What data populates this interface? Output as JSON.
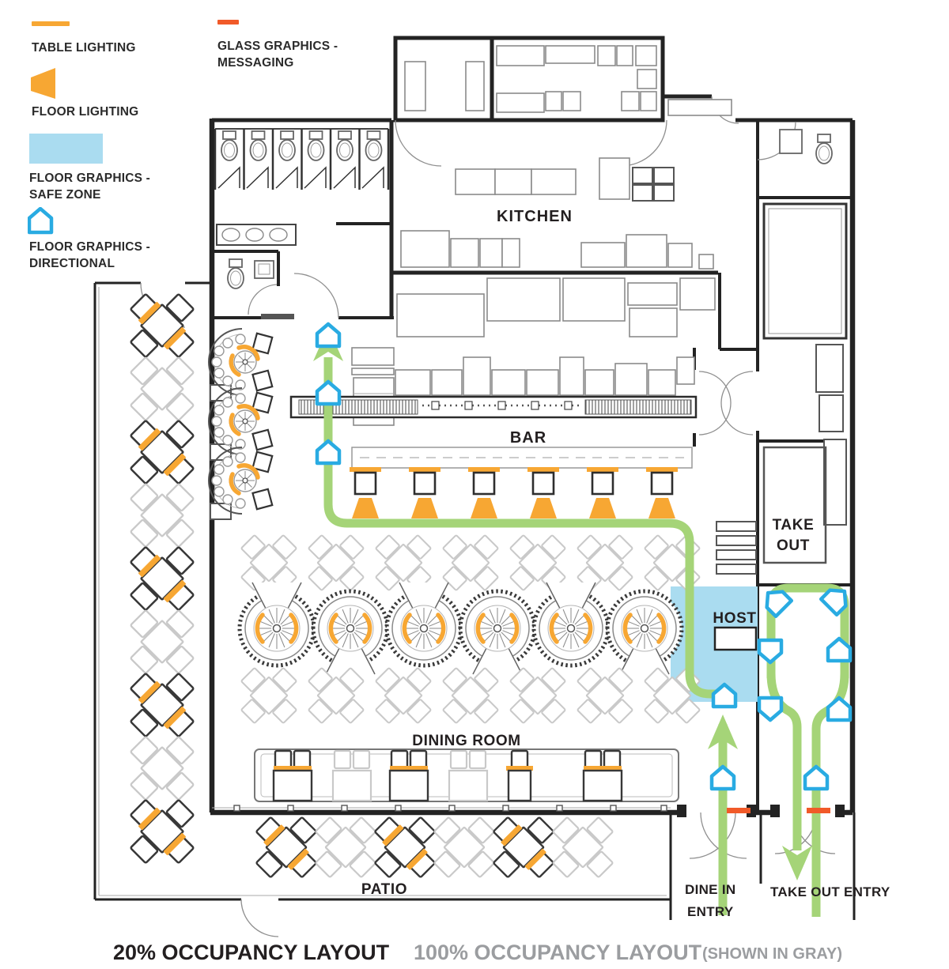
{
  "legend": {
    "table_lighting": "TABLE LIGHTING",
    "floor_lighting": "FLOOR LIGHTING",
    "glass_graphics_line1": "GLASS GRAPHICS -",
    "glass_graphics_line2": "MESSAGING",
    "floor_graphics_safe_line1": "FLOOR GRAPHICS -",
    "floor_graphics_safe_line2": "SAFE ZONE",
    "floor_graphics_dir_line1": "FLOOR GRAPHICS -",
    "floor_graphics_dir_line2": "DIRECTIONAL"
  },
  "icons": {
    "table_lighting": "orange-bar-icon",
    "floor_lighting": "orange-cone-icon",
    "glass_graphics": "red-bar-icon",
    "safe_zone": "blue-rect-icon",
    "directional": "blue-house-icon"
  },
  "rooms": {
    "kitchen": "KITCHEN",
    "bar": "BAR",
    "take_out_line1": "TAKE",
    "take_out_line2": "OUT",
    "host": "HOST",
    "dining_room": "DINING ROOM",
    "patio": "PATIO"
  },
  "entries": {
    "dine_in_line1": "DINE IN",
    "dine_in_line2": "ENTRY",
    "take_out": "TAKE OUT ENTRY"
  },
  "titles": {
    "occupancy_20": "20% OCCUPANCY LAYOUT",
    "occupancy_100": "100% OCCUPANCY LAYOUT",
    "shown_in_gray": "(SHOWN IN GRAY)"
  },
  "colors": {
    "table_lighting_orange": "#F7A733",
    "glass_messaging_red": "#F15A29",
    "safe_zone_blue": "#AADCF0",
    "directional_blue": "#29ABE2",
    "path_green": "#A5D478",
    "occupancy_gray": "#C9C9C9",
    "wall": "#232323",
    "text_dark": "#231F20",
    "title_gray": "#9B9DA0"
  }
}
